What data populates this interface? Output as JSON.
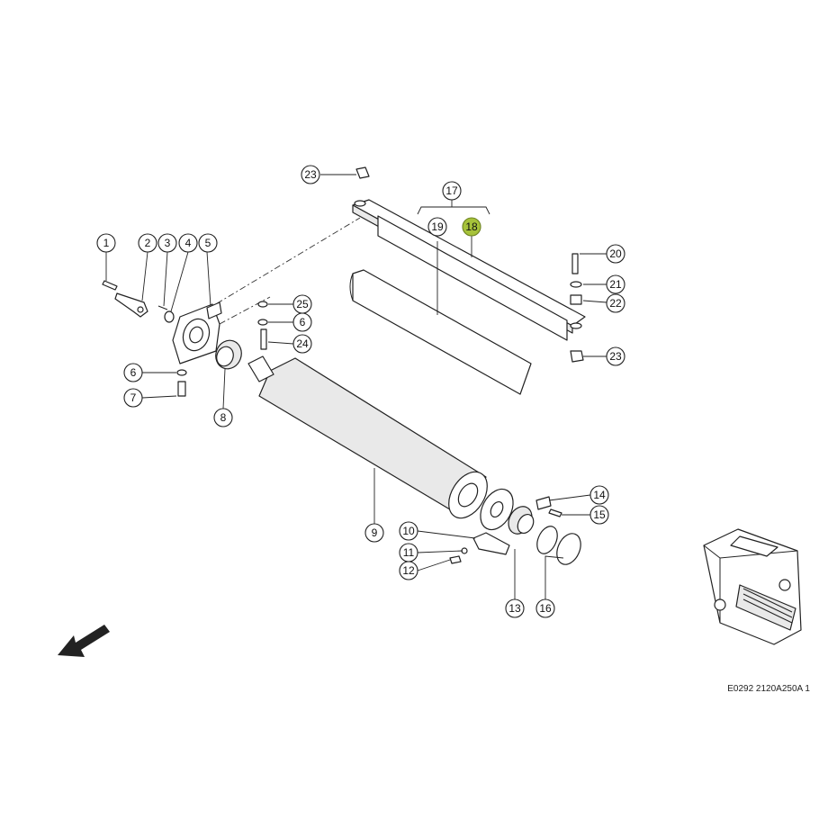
{
  "diagram": {
    "reference_code": "E0292 2120A250A 1",
    "highlight_color": "#a6c23a",
    "callouts": [
      {
        "id": "c1",
        "label": "1"
      },
      {
        "id": "c2",
        "label": "2"
      },
      {
        "id": "c3",
        "label": "3"
      },
      {
        "id": "c4",
        "label": "4"
      },
      {
        "id": "c5",
        "label": "5"
      },
      {
        "id": "c6a",
        "label": "6"
      },
      {
        "id": "c6b",
        "label": "6"
      },
      {
        "id": "c7",
        "label": "7"
      },
      {
        "id": "c8",
        "label": "8"
      },
      {
        "id": "c9",
        "label": "9"
      },
      {
        "id": "c10",
        "label": "10"
      },
      {
        "id": "c11",
        "label": "11"
      },
      {
        "id": "c12",
        "label": "12"
      },
      {
        "id": "c13",
        "label": "13"
      },
      {
        "id": "c14",
        "label": "14"
      },
      {
        "id": "c15",
        "label": "15"
      },
      {
        "id": "c16",
        "label": "16"
      },
      {
        "id": "c17",
        "label": "17"
      },
      {
        "id": "c18",
        "label": "18",
        "highlighted": true
      },
      {
        "id": "c19",
        "label": "19"
      },
      {
        "id": "c20",
        "label": "20"
      },
      {
        "id": "c21",
        "label": "21"
      },
      {
        "id": "c22",
        "label": "22"
      },
      {
        "id": "c23a",
        "label": "23"
      },
      {
        "id": "c23b",
        "label": "23"
      },
      {
        "id": "c24",
        "label": "24"
      },
      {
        "id": "c25",
        "label": "25"
      }
    ]
  }
}
